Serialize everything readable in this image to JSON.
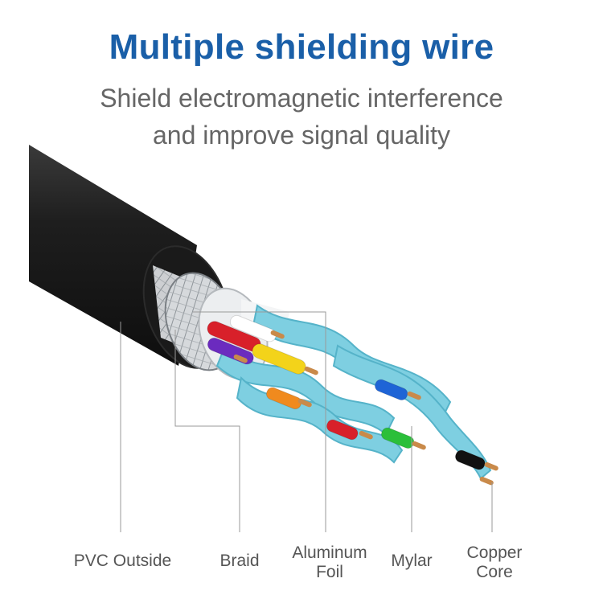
{
  "header": {
    "title": "Multiple shielding wire",
    "subtitle_line1": "Shield electromagnetic interference",
    "subtitle_line2": "and improve signal quality"
  },
  "illustration": {
    "description_icon": "cable-cross-section-icon",
    "colors": {
      "jacket": "#1b1b1b",
      "braid": "#c9ccd0",
      "foil": "#e8eaec",
      "mylar": "#7cd0e2",
      "copper": "#c88a4a"
    }
  },
  "labels": {
    "pvc_outside": "PVC Outside",
    "braid": "Braid",
    "aluminum_foil": "Aluminum\nFoil",
    "mylar": "Mylar",
    "copper_core": "Copper\nCore"
  }
}
